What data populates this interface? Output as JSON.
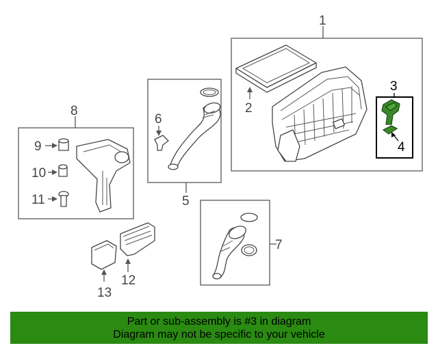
{
  "diagram": {
    "callouts": {
      "c1": "1",
      "c2": "2",
      "c3": "3",
      "c4": "4",
      "c5": "5",
      "c6": "6",
      "c7": "7",
      "c8": "8",
      "c9": "9",
      "c10": "10",
      "c11": "11",
      "c12": "12",
      "c13": "13"
    },
    "highlight_color": "#3a8a2a"
  },
  "banner": {
    "line1": "Part or sub-assembly is #3 in diagram",
    "line2": "Diagram may not be specific to your vehicle",
    "background": "#2a8a12"
  }
}
